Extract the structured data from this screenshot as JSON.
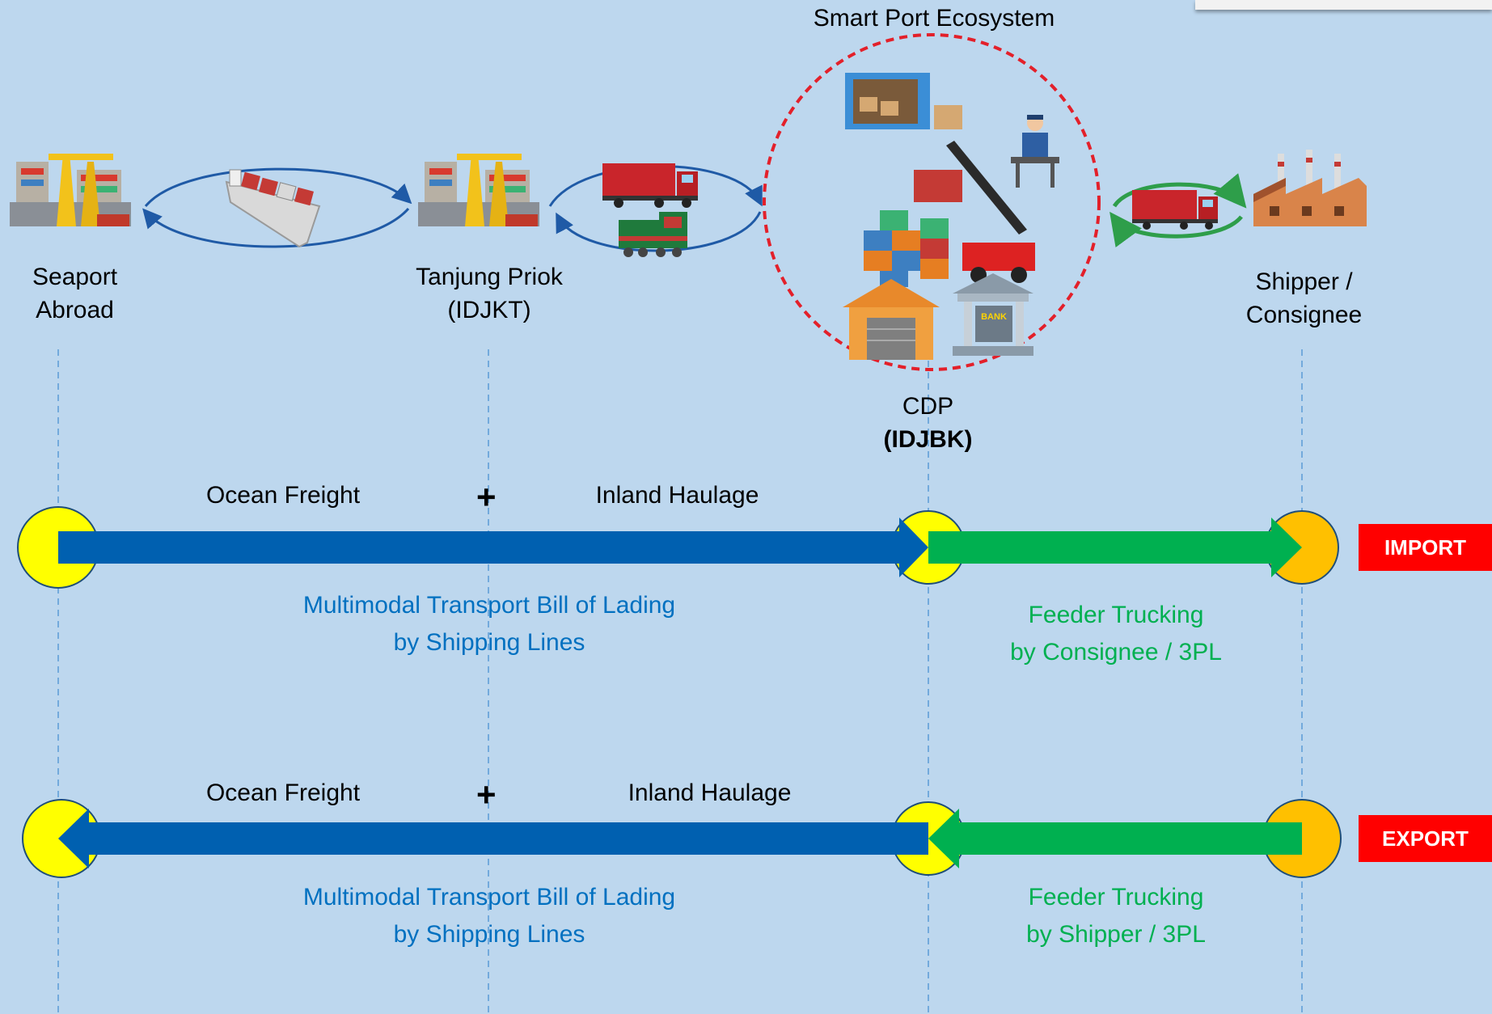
{
  "ecosystem": {
    "title": "Smart Port Ecosystem"
  },
  "nodes": {
    "seaport": [
      "Seaport",
      "Abroad"
    ],
    "priok": [
      "Tanjung Priok",
      "(IDJKT)"
    ],
    "cdp": [
      "CDP",
      "(IDJBK)"
    ],
    "shipper": [
      "Shipper /",
      "Consignee"
    ]
  },
  "bank_sign": "BANK",
  "import": {
    "badge": "IMPORT",
    "ocean_freight": "Ocean Freight",
    "plus": "+",
    "inland_haulage": "Inland Haulage",
    "mtbl": [
      "Multimodal Transport Bill of Lading",
      "by Shipping Lines"
    ],
    "feeder": [
      "Feeder Trucking",
      "by Consignee / 3PL"
    ]
  },
  "export": {
    "badge": "EXPORT",
    "ocean_freight": "Ocean Freight",
    "plus": "+",
    "inland_haulage": "Inland Haulage",
    "mtbl": [
      "Multimodal Transport Bill of Lading",
      "by Shipping Lines"
    ],
    "feeder": [
      "Feeder Trucking",
      "by Shipper / 3PL"
    ]
  },
  "colors": {
    "background": "#bdd7ee",
    "blue_arrow": "#0060b0",
    "green_arrow": "#00b050",
    "node_yellow": "#ffff00",
    "node_orange": "#ffc000",
    "ecosystem_ring": "#e3202a",
    "badge": "#ff0000"
  }
}
